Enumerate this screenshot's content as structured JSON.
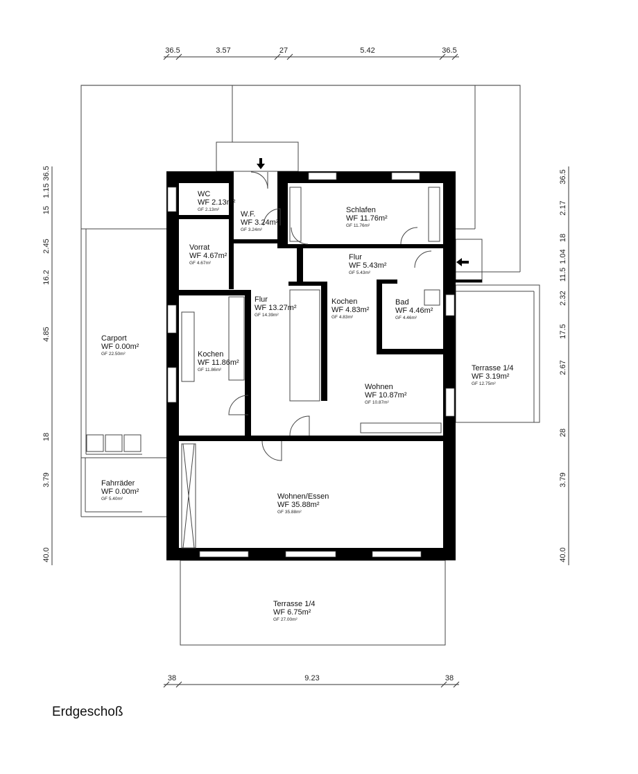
{
  "title": "Erdgeschoß",
  "dimensions": {
    "top": [
      "36.5",
      "3.57",
      "27",
      "5.42",
      "36.5"
    ],
    "bottom": [
      "38",
      "9.23",
      "38"
    ],
    "left": [
      "36.5",
      "1.15",
      "15",
      "2.45",
      "16.2",
      "4.85",
      "18",
      "3.79",
      "40.0"
    ],
    "right": [
      "36.5",
      "2.17",
      "18",
      "1.04",
      "11.5",
      "2.32",
      "17.5",
      "2.67",
      "28",
      "3.79",
      "40.0"
    ]
  },
  "rooms": [
    {
      "name": "WC",
      "wf": "WF 2.13m²",
      "gf": "GF 2.13m²"
    },
    {
      "name": "W.F.",
      "wf": "WF 3.24m²",
      "gf": "GF 3.24m²"
    },
    {
      "name": "Schlafen",
      "wf": "WF 11.76m²",
      "gf": "GF 11.76m²"
    },
    {
      "name": "Vorrat",
      "wf": "WF 4.67m²",
      "gf": "GF 4.67m²"
    },
    {
      "name": "Flur",
      "wf": "WF 5.43m²",
      "gf": "GF 5.43m²"
    },
    {
      "name": "Flur",
      "wf": "WF 13.27m²",
      "gf": "GF 14.39m²"
    },
    {
      "name": "Kochen",
      "wf": "WF 4.83m²",
      "gf": "GF 4.83m²"
    },
    {
      "name": "Bad",
      "wf": "WF 4.46m²",
      "gf": "GF 4.46m²"
    },
    {
      "name": "Carport",
      "wf": "WF 0.00m²",
      "gf": "GF 22.50m²"
    },
    {
      "name": "Kochen",
      "wf": "WF 11.86m²",
      "gf": "GF 11.86m²"
    },
    {
      "name": "Terrasse 1/4",
      "wf": "WF 3.19m²",
      "gf": "GF 12.75m²"
    },
    {
      "name": "Wohnen",
      "wf": "WF 10.87m²",
      "gf": "GF 10.87m²"
    },
    {
      "name": "Fahrräder",
      "wf": "WF 0.00m²",
      "gf": "GF 5.40m²"
    },
    {
      "name": "Wohnen/Essen",
      "wf": "WF 35.88m²",
      "gf": "GF 35.88m²"
    },
    {
      "name": "Terrasse 1/4",
      "wf": "WF 6.75m²",
      "gf": "GF 27.00m²"
    }
  ],
  "icons": {
    "entrance": "arrow-down-icon",
    "side_entrance": "arrow-left-icon"
  }
}
